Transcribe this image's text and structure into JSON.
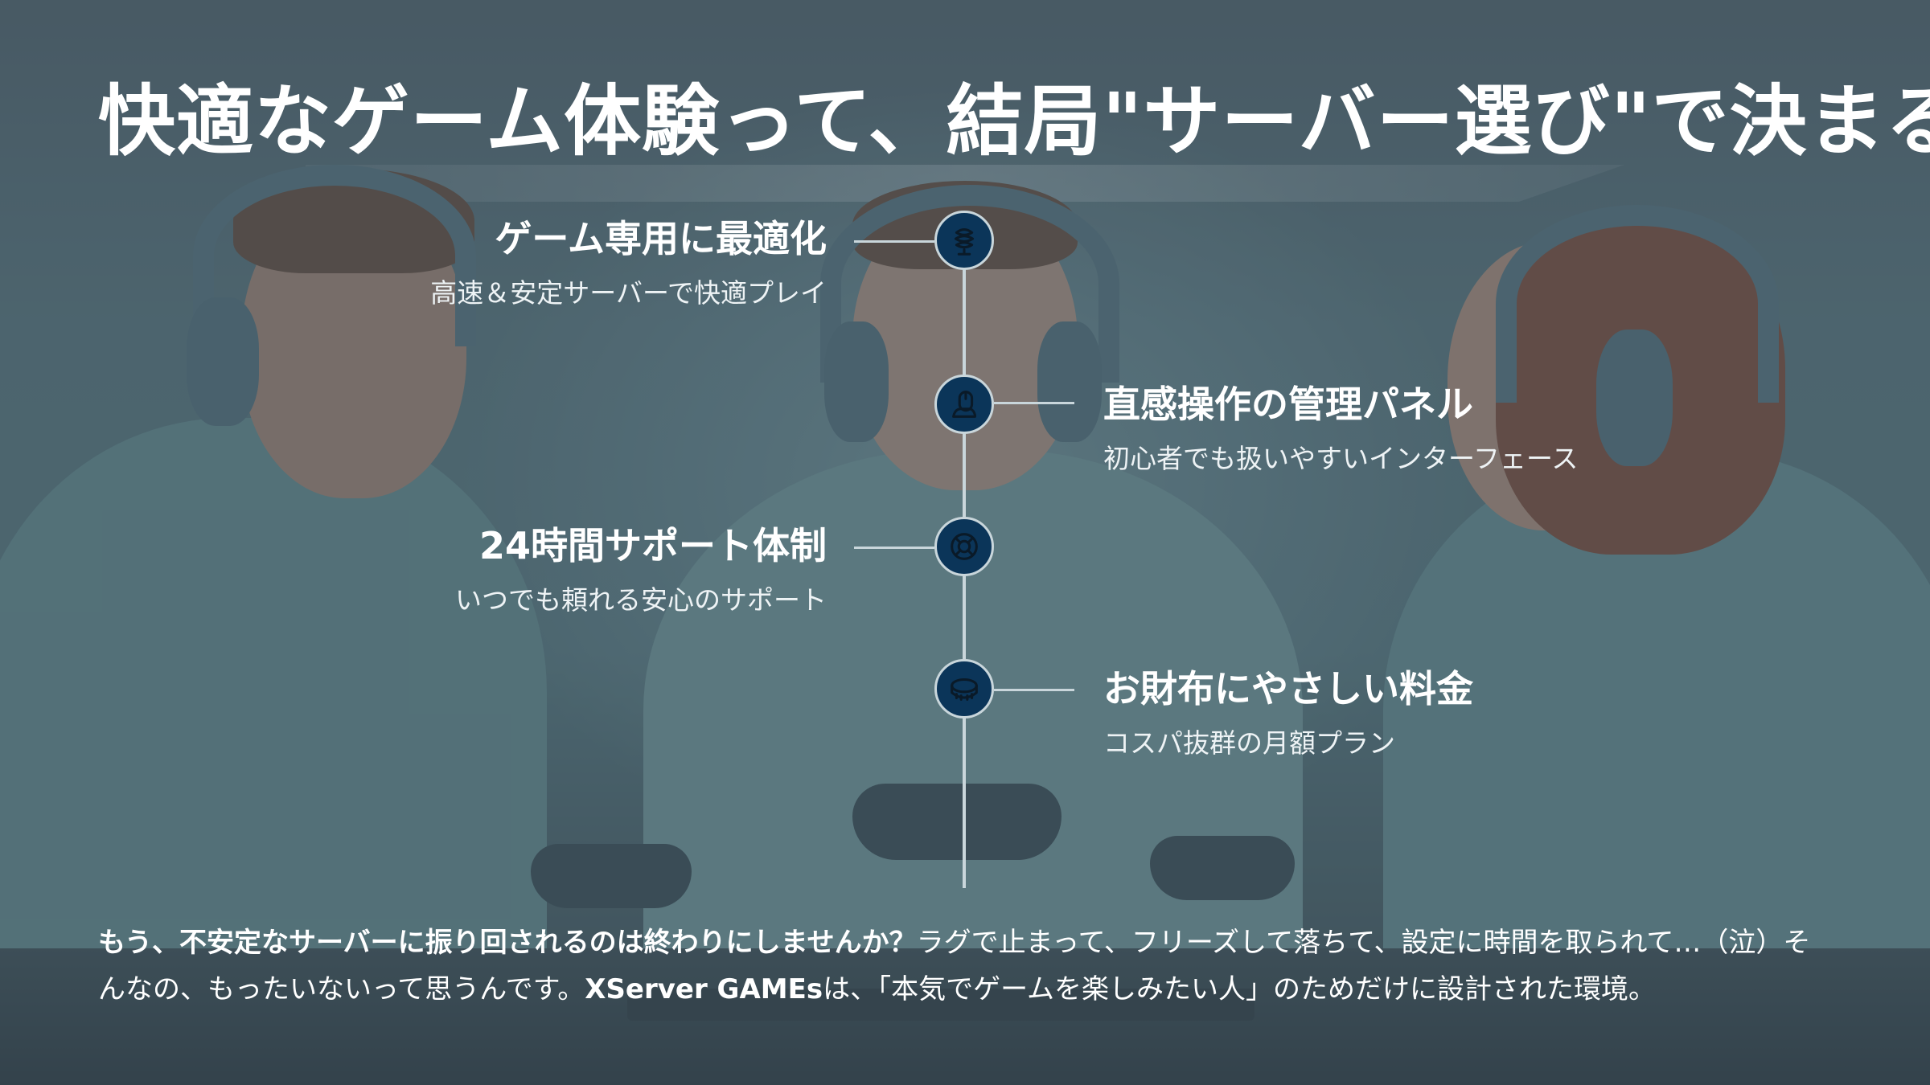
{
  "title": "快適なゲーム体験って、結局\"サーバー選び\"で決まる",
  "features": [
    {
      "title": "ゲーム専用に最適化",
      "desc": "高速＆安定サーバーで快適プレイ",
      "icon": "server-optimize-icon"
    },
    {
      "title": "直感操作の管理パネル",
      "desc": "初心者でも扱いやすいインターフェース",
      "icon": "mouse-hand-icon"
    },
    {
      "title": "24時間サポート体制",
      "desc": "いつでも頼れる安心のサポート",
      "icon": "lifebuoy-icon"
    },
    {
      "title": "お財布にやさしい料金",
      "desc": "コスパ抜群の月額プラン",
      "icon": "coin-icon"
    }
  ],
  "bottom": {
    "bold1": "もう、不安定なサーバーに振り回されるのは終わりにしませんか？",
    "text1": "ラグで止まって、フリーズして落ちて、設定に時間を取られて…（泣）そんなの、もったいないって思うんです。",
    "bold2": "XServer GAMEs",
    "text2": "は、「本気でゲームを楽しみたい人」のためだけに設計された環境。"
  },
  "colors": {
    "node_fill": "#0b3559",
    "line": "#c9d6db",
    "text": "#ffffff"
  }
}
